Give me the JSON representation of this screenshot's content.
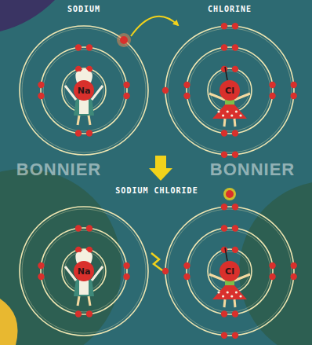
{
  "diagram": {
    "nodes": [
      {
        "text": [
          "SODIUM",
          "Na"
        ]
      },
      {
        "text": [
          "CHLORINE",
          "Cl"
        ]
      },
      {
        "text": [
          "Na"
        ]
      },
      {
        "text": [
          "Cl"
        ]
      }
    ],
    "edges": [
      {
        "from": 0,
        "to": 1,
        "arrow": "to"
      }
    ],
    "labels": [
      "SODIUM CHLORIDE",
      "BONNIER",
      "BONNIER"
    ]
  }
}
